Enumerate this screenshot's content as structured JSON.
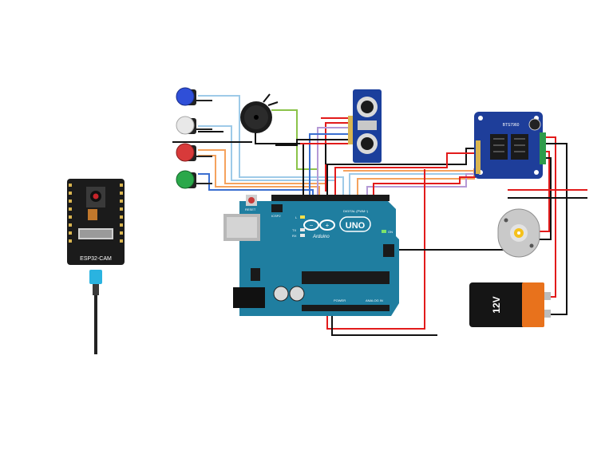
{
  "diagram": {
    "components": {
      "esp32cam": {
        "label": "ESP32-CAM"
      },
      "arduino": {
        "brand": "Arduino",
        "model": "UNO",
        "reset_label": "RESET",
        "icsp_label": "ICSP2",
        "led_l": "L",
        "led_tx": "TX",
        "led_rx": "RX",
        "led_on": "ON",
        "digital_header": "DIGITAL (PWM~)",
        "power_header": "POWER",
        "analog_header": "ANALOG IN"
      },
      "motor_driver": {
        "label": "BTS7960"
      },
      "battery": {
        "label": "12V"
      },
      "buttons": [
        {
          "name": "blue",
          "color": "#2f4fd8"
        },
        {
          "name": "white",
          "color": "#e8e8e8"
        },
        {
          "name": "red",
          "color": "#d83a3a"
        },
        {
          "name": "green",
          "color": "#2aa84a"
        }
      ]
    },
    "colors": {
      "board_blue": "#1f7ea0",
      "wire_red": "#e21b1b",
      "wire_black": "#111111",
      "wire_green": "#8bc34a",
      "wire_orange": "#f5a25d",
      "wire_lightblue": "#9ecae8",
      "wire_purple": "#b59ad6",
      "wire_blue": "#3b6fd1",
      "battery_orange": "#e8721c"
    }
  }
}
